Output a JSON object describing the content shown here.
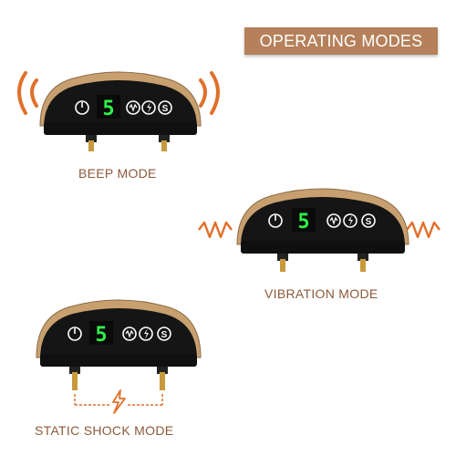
{
  "header": {
    "title": "OPERATING MODES"
  },
  "modes": [
    {
      "label": "BEEP MODE",
      "display_digit": "5",
      "button_letter": "S"
    },
    {
      "label": "VIBRATION MODE",
      "display_digit": "5",
      "button_letter": "S"
    },
    {
      "label": "STATIC SHOCK MODE",
      "display_digit": "5",
      "button_letter": "S"
    }
  ],
  "colors": {
    "accent": "#b5805a",
    "label_text": "#8b5a3a",
    "signal_orange": "#e0702a",
    "display_green": "#2ff24a",
    "gold_shell": "#c8a070",
    "device_body": "#151515"
  },
  "icons": [
    "power-icon",
    "vibration-button-icon",
    "shock-button-icon",
    "sound-button-icon",
    "beep-sound-wave-icon",
    "vibration-zigzag-icon",
    "lightning-bolt-icon"
  ]
}
